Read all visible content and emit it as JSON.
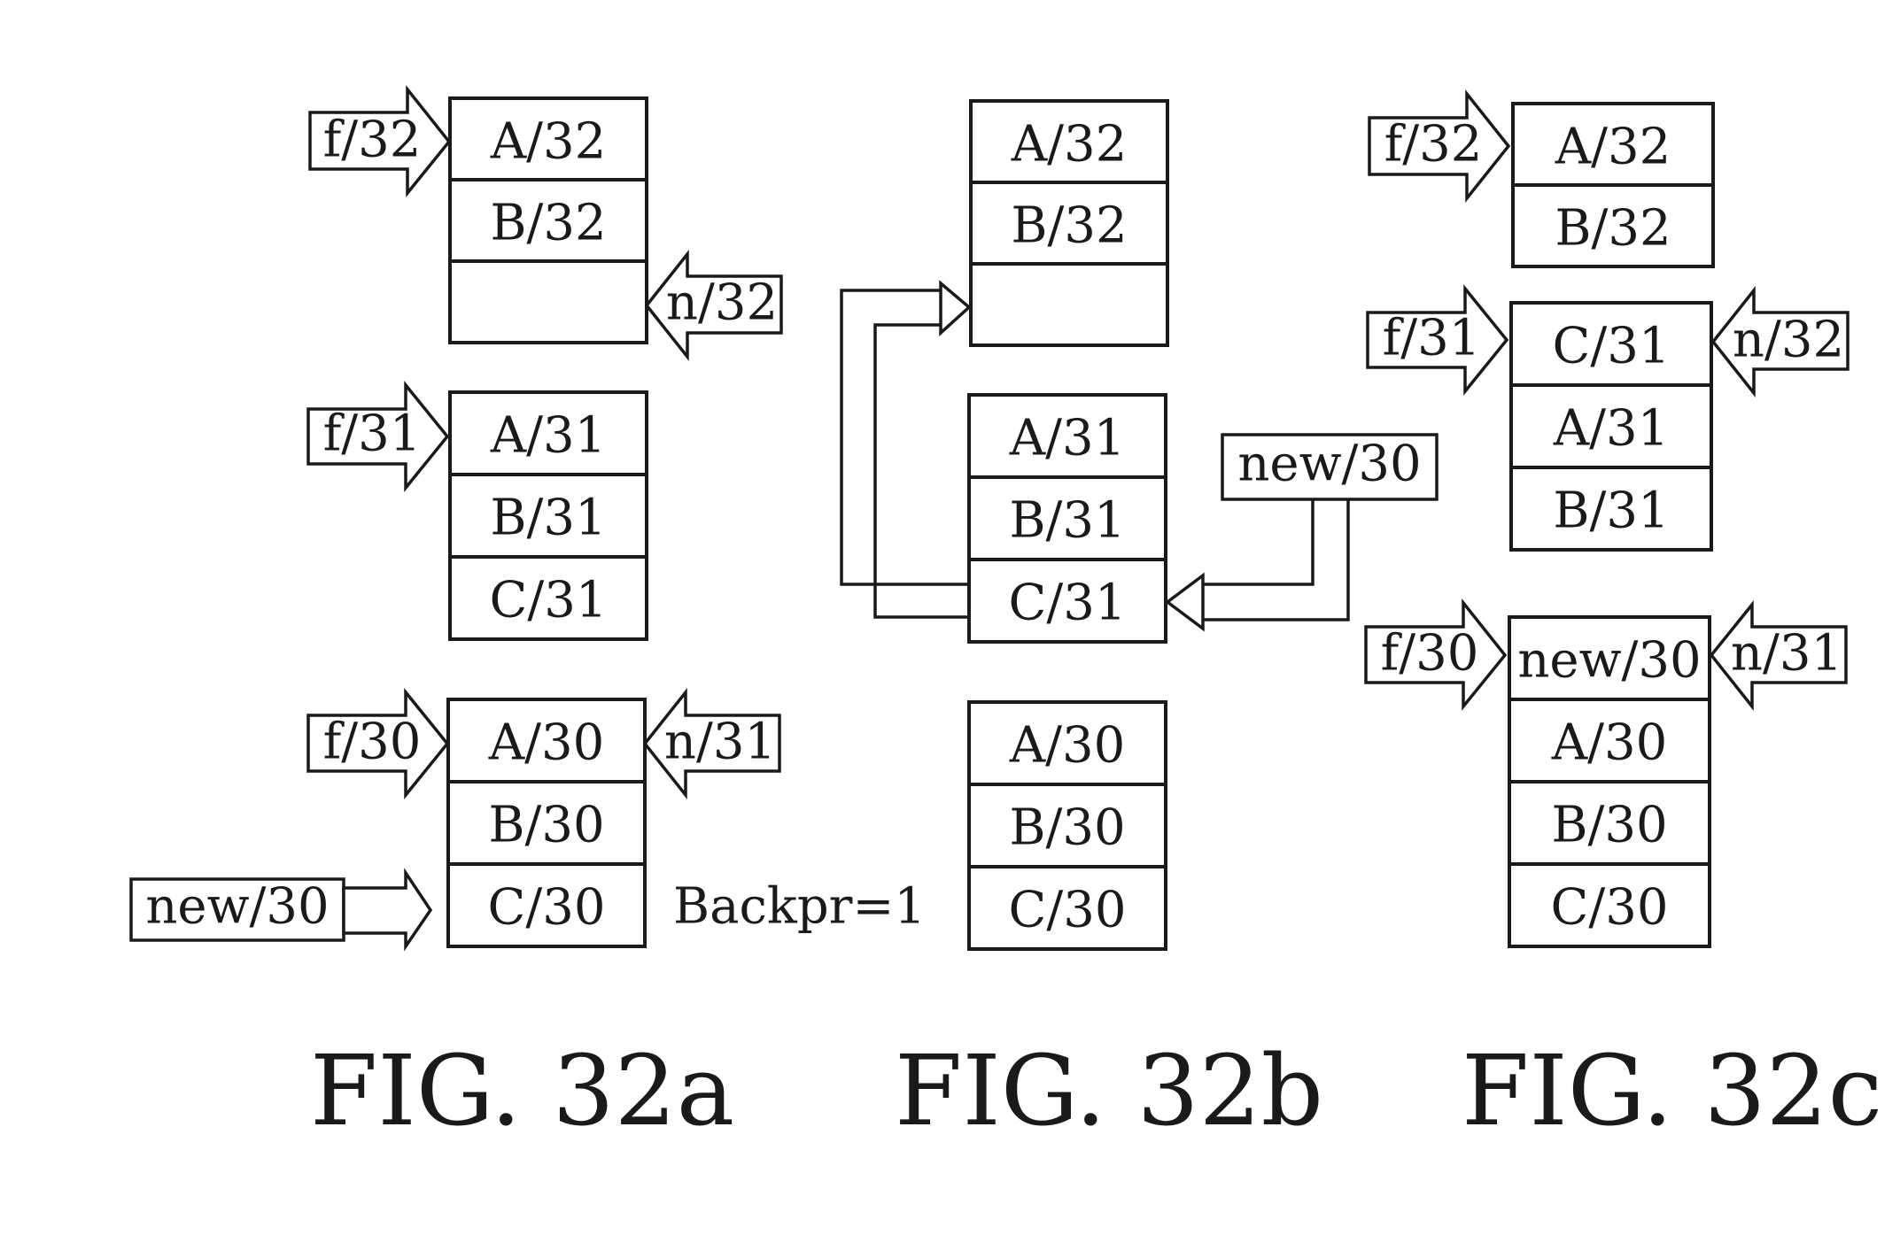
{
  "figures": [
    {
      "id": "32a",
      "caption": "FIG. 32a",
      "blocks": [
        {
          "cells": [
            "A/32",
            "B/32",
            ""
          ]
        },
        {
          "cells": [
            "A/31",
            "B/31",
            "C/31"
          ]
        },
        {
          "cells": [
            "A/30",
            "B/30",
            "C/30"
          ]
        }
      ],
      "pointers": [
        "f/32",
        "n/32",
        "f/31",
        "f/30",
        "n/31",
        "new/30"
      ],
      "note": "Backpr=1"
    },
    {
      "id": "32b",
      "caption": "FIG. 32b",
      "blocks": [
        {
          "cells": [
            "A/32",
            "B/32",
            ""
          ]
        },
        {
          "cells": [
            "A/31",
            "B/31",
            "C/31"
          ]
        },
        {
          "cells": [
            "A/30",
            "B/30",
            "C/30"
          ]
        }
      ],
      "pointers": [
        "new/30"
      ]
    },
    {
      "id": "32c",
      "caption": "FIG. 32c",
      "blocks": [
        {
          "cells": [
            "A/32",
            "B/32"
          ]
        },
        {
          "cells": [
            "C/31",
            "A/31",
            "B/31"
          ]
        },
        {
          "cells": [
            "new/30",
            "A/30",
            "B/30",
            "C/30"
          ]
        }
      ],
      "pointers": [
        "f/32",
        "f/31",
        "n/32",
        "f/30",
        "n/31"
      ]
    }
  ]
}
